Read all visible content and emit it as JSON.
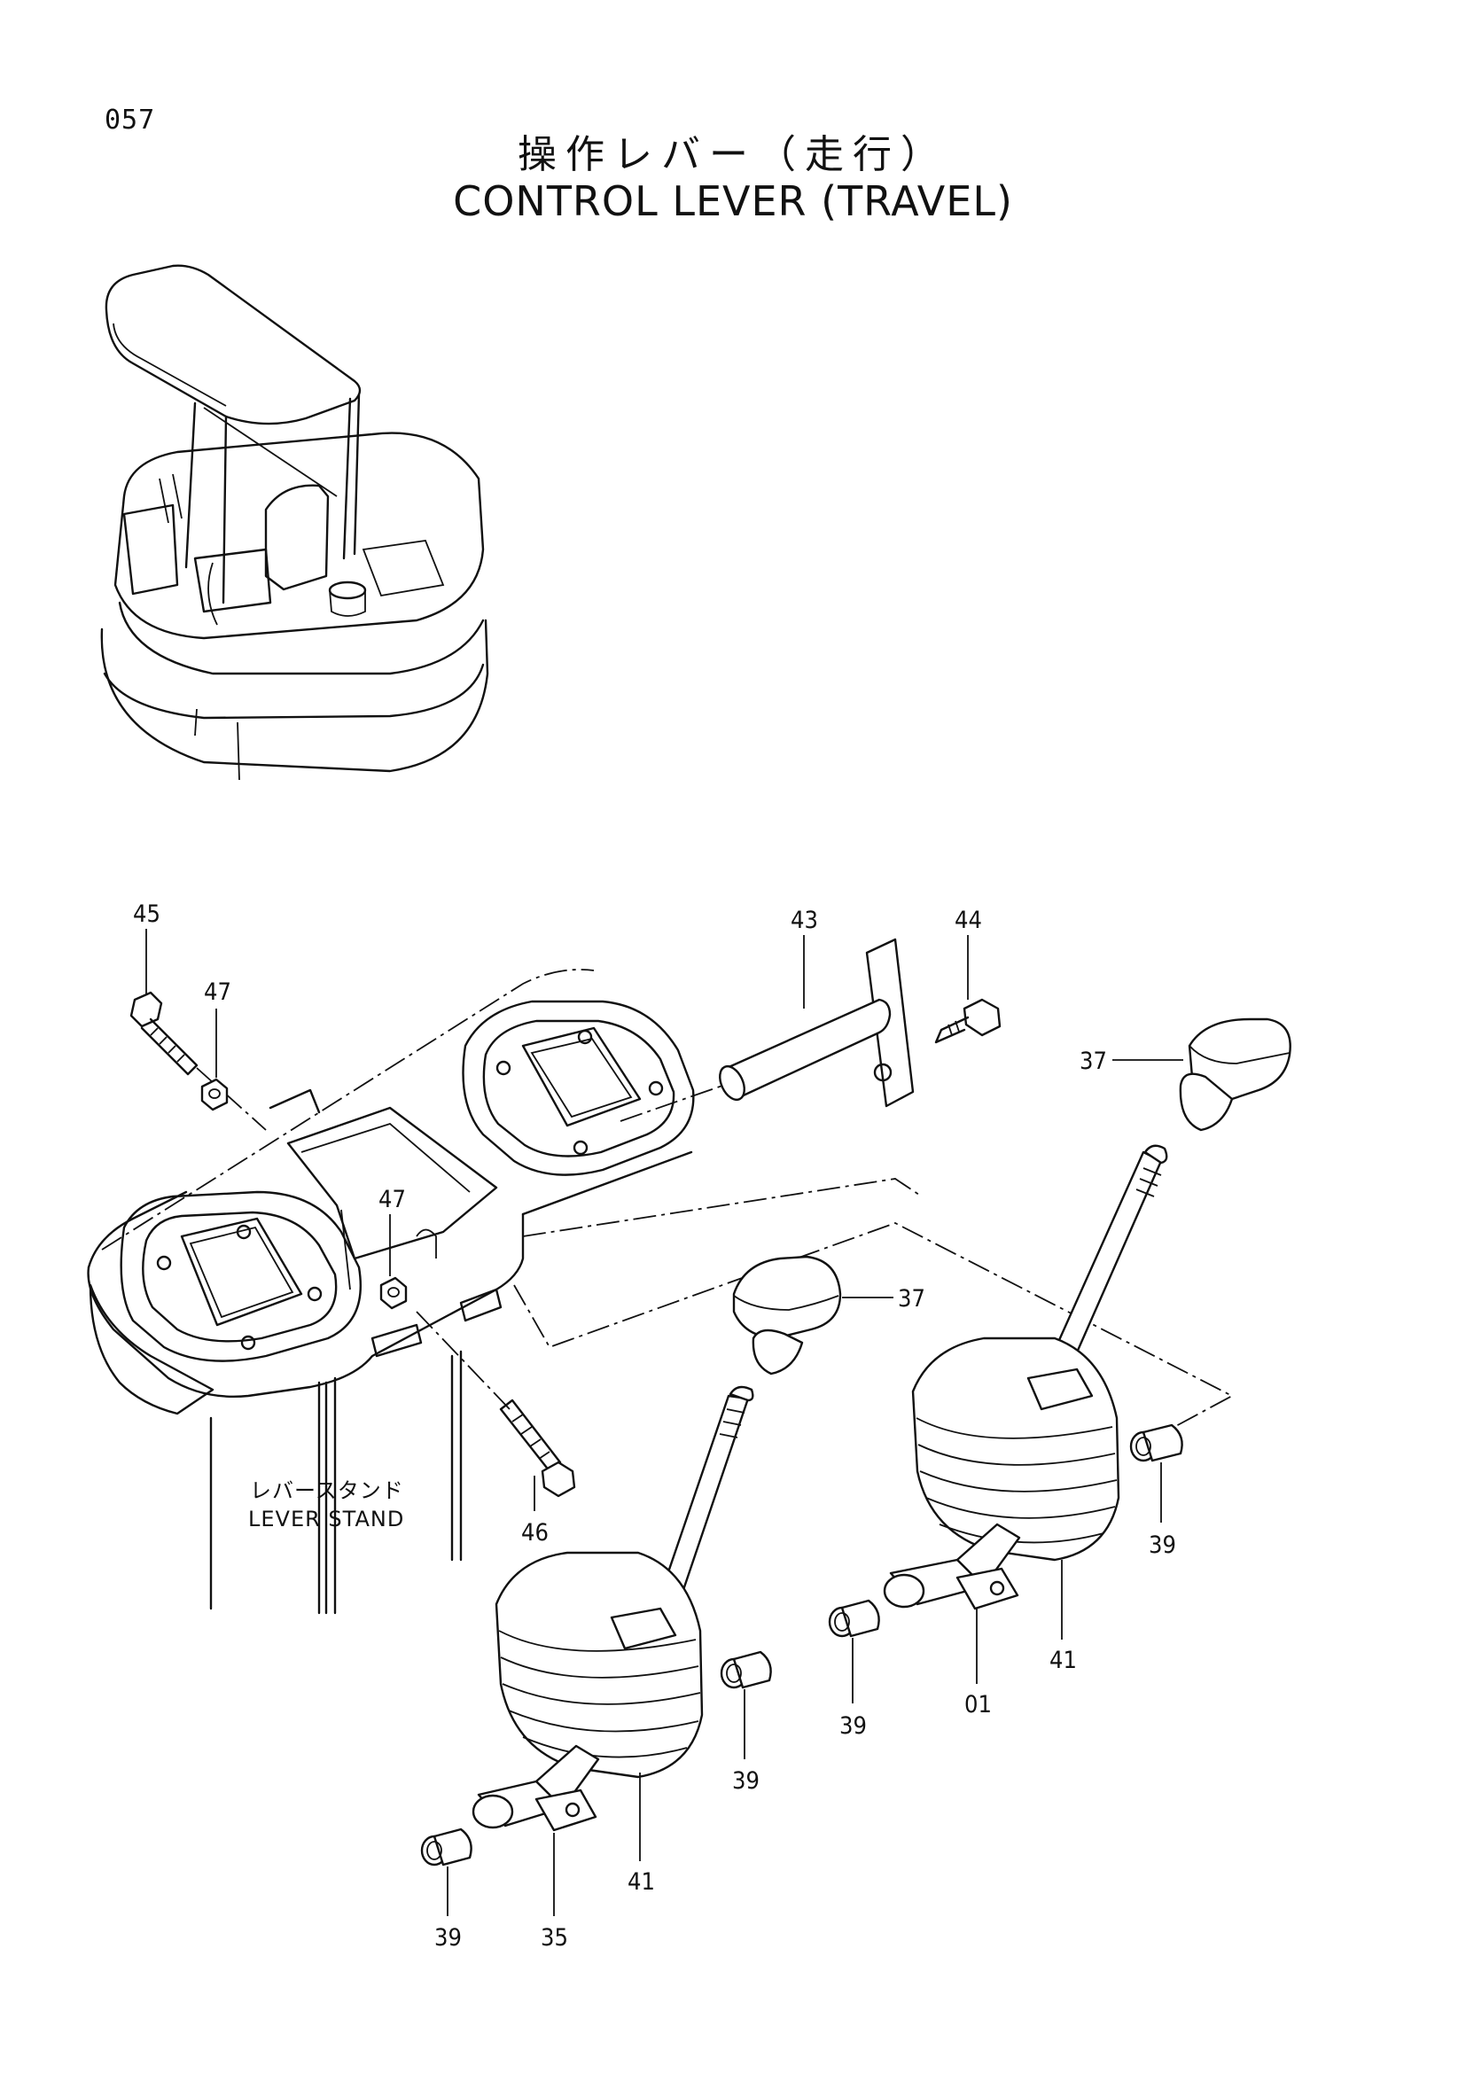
{
  "page_number": "057",
  "title_jp": "操作レバー（走行）",
  "title_en": "CONTROL LEVER (TRAVEL)",
  "stand_label": {
    "jp": "レバースタンド",
    "en": "LEVER STAND"
  },
  "callouts": {
    "c45": "45",
    "c47a": "47",
    "c47b": "47",
    "c43": "43",
    "c44": "44",
    "c37a": "37",
    "c37b": "37",
    "c46": "46",
    "c39a": "39",
    "c39b": "39",
    "c39c": "39",
    "c39d": "39",
    "c41a": "41",
    "c41b": "41",
    "c01": "01",
    "c35": "35"
  }
}
